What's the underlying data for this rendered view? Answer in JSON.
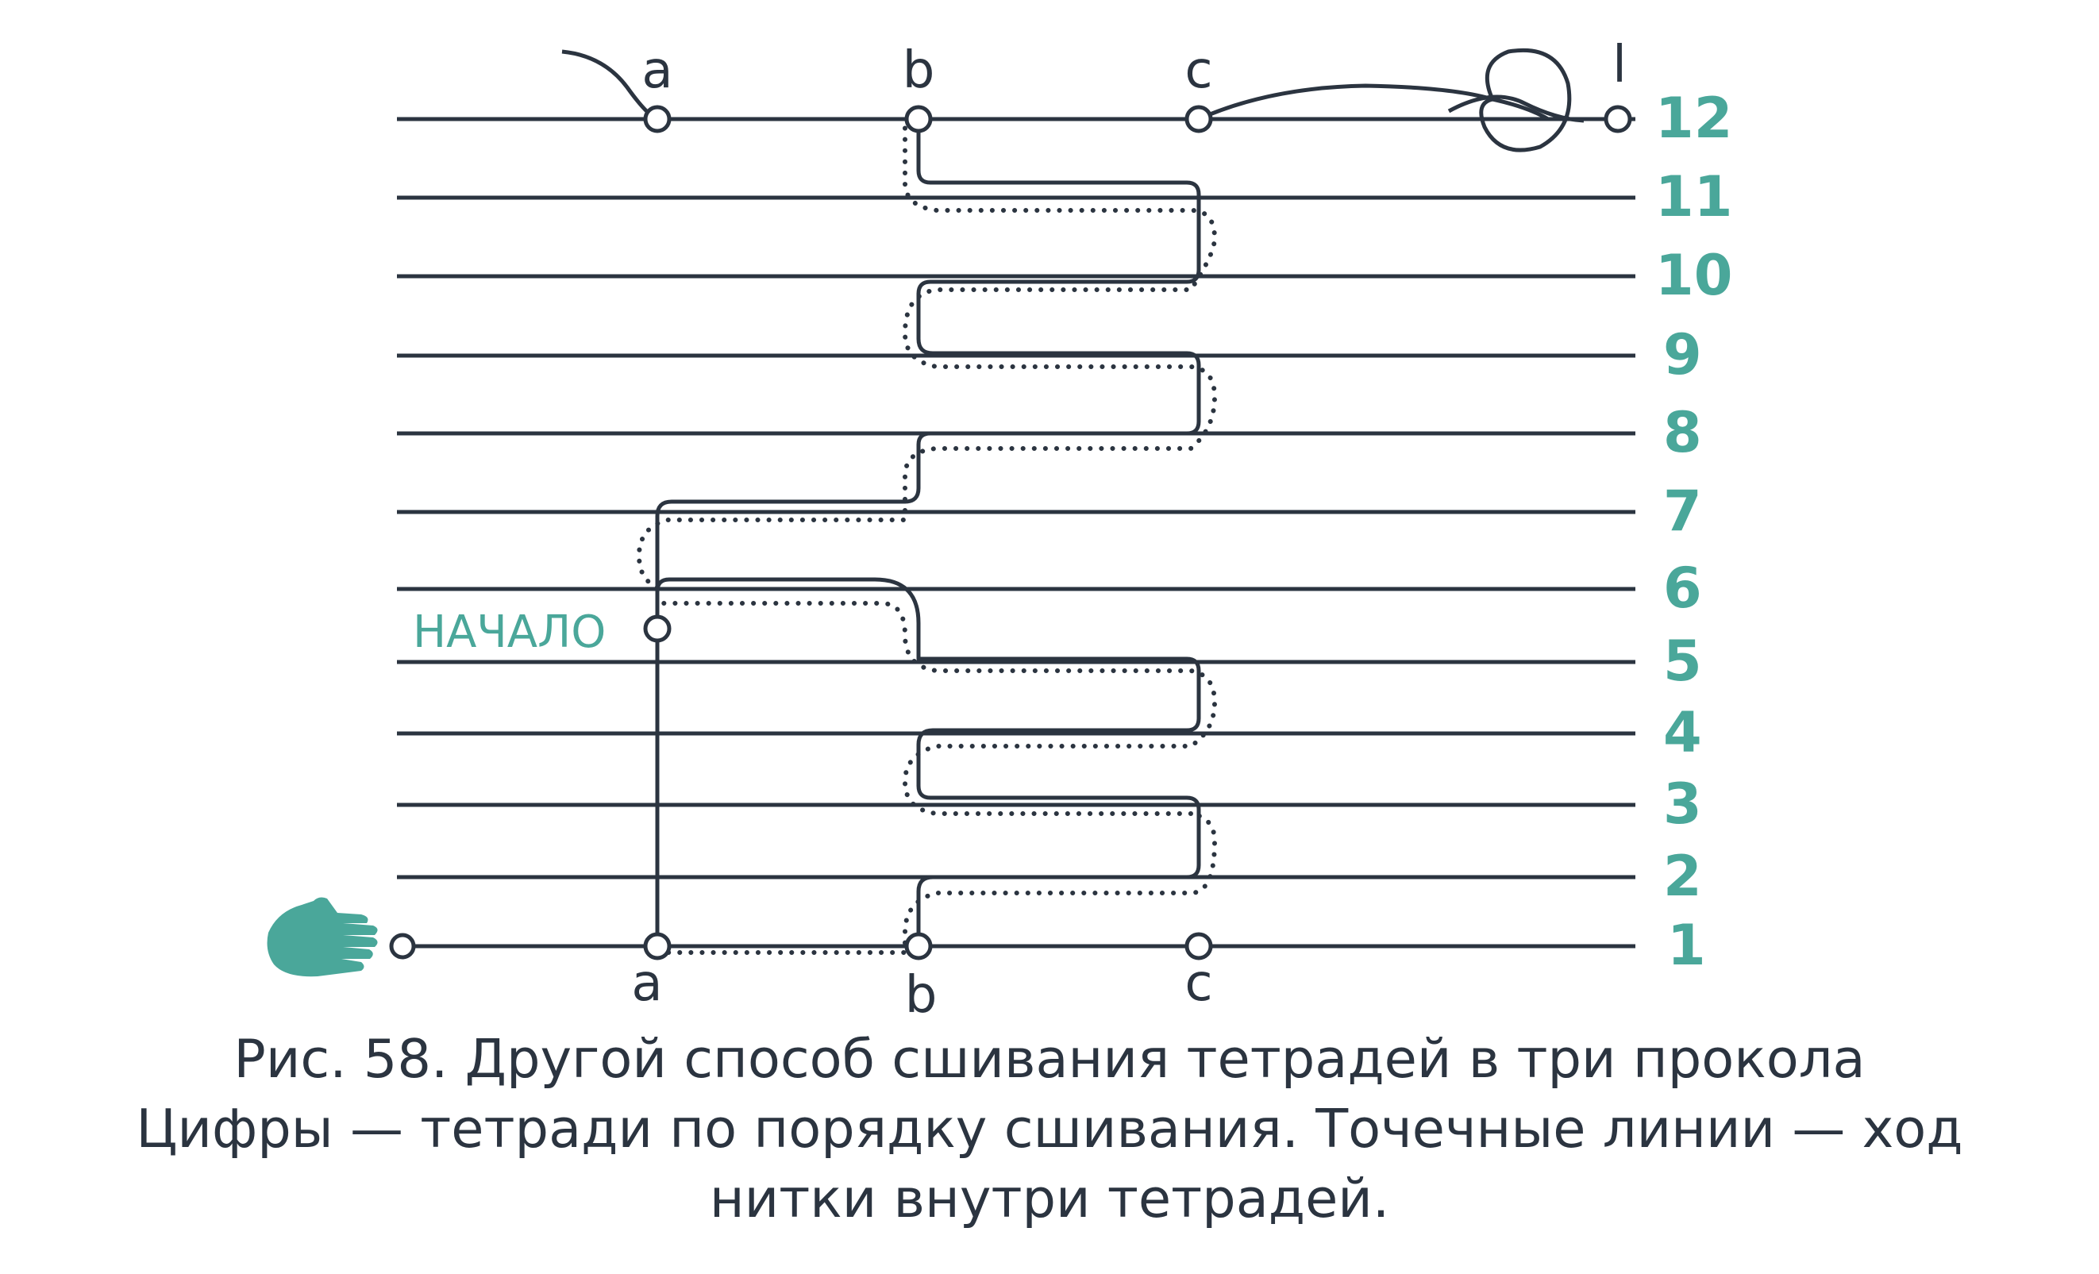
{
  "colors": {
    "ink": "#2b3440",
    "accent": "#4aa79a"
  },
  "top_labels": [
    "a",
    "b",
    "c",
    "l"
  ],
  "bottom_labels": [
    "a",
    "b",
    "c"
  ],
  "signature_numbers": [
    "12",
    "11",
    "10",
    "9",
    "8",
    "7",
    "6",
    "5",
    "4",
    "3",
    "2",
    "1"
  ],
  "start_label": "НАЧАЛО",
  "hand_icon": "hand-icon",
  "caption": {
    "line1": "Рис. 58. Другой способ сшивания тетрадей в три прокола",
    "line2": "Цифры — тетради по порядку сшивания. Точечные линии — ход",
    "line3": "нитки внутри тетрадей."
  }
}
